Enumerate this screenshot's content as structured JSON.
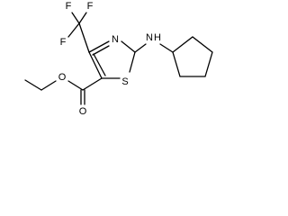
{
  "atoms": {
    "f_top_left": "F",
    "f_top_right": "F",
    "f_left": "F",
    "n_ring": "N",
    "nh_n": "N",
    "nh_h": "H",
    "s_ring": "S",
    "o_carbonyl": "O",
    "o_ester": "O"
  },
  "colors": {
    "bond": "#000000",
    "label": "#000000",
    "background": "#ffffff"
  }
}
